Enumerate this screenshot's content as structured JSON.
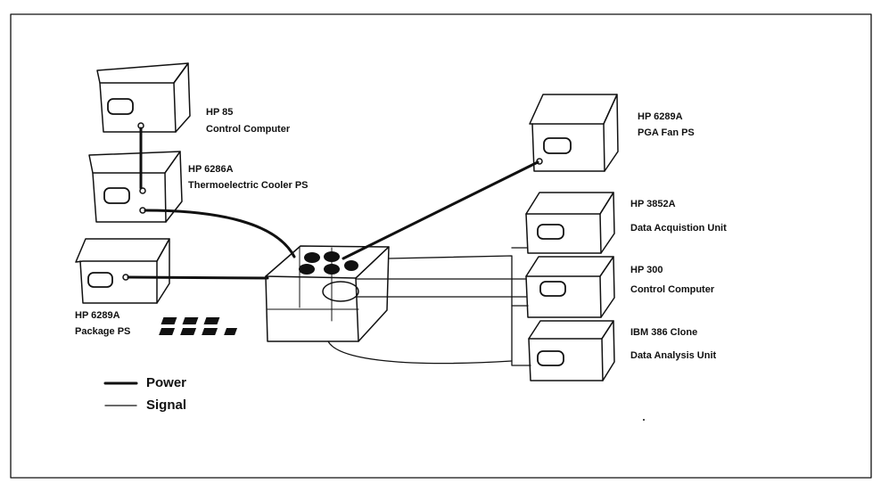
{
  "devices": [
    {
      "id": "hp85",
      "model": "HP 85",
      "role": "Control Computer"
    },
    {
      "id": "hp6286a",
      "model": "HP 6286A",
      "role": "Thermoelectric Cooler PS"
    },
    {
      "id": "hp6289a_pkg",
      "model": "HP 6289A",
      "role": "Package PS"
    },
    {
      "id": "hp6289a_fan",
      "model": "HP 6289A",
      "role": "PGA Fan PS"
    },
    {
      "id": "hp3852a",
      "model": "HP 3852A",
      "role": "Data Acquistion Unit"
    },
    {
      "id": "hp300",
      "model": "HP 300",
      "role": "Control Computer"
    },
    {
      "id": "ibm386",
      "model": "IBM 386 Clone",
      "role": "Data Analysis Unit"
    }
  ],
  "legend": {
    "power": "Power",
    "signal": "Signal"
  },
  "colors": {
    "line": "#111111",
    "background": "#ffffff"
  }
}
